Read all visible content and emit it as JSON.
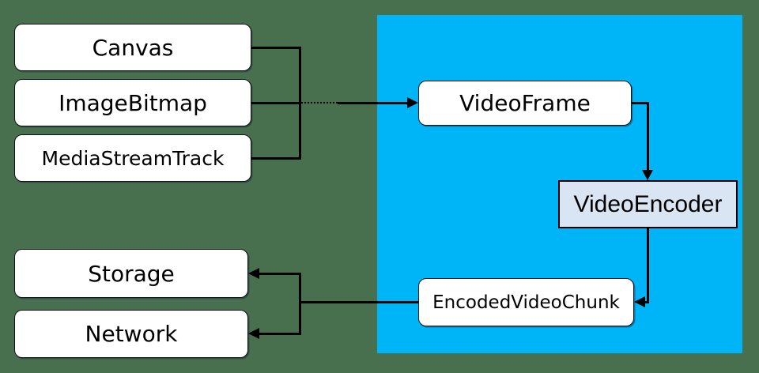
{
  "colors": {
    "background": "#48704e",
    "pipeline_region": "#00b4f8",
    "node_fill": "#ffffff",
    "encoder_fill": "#d9e5f3",
    "line": "#000000",
    "text": "#000000"
  },
  "nodes": {
    "sources": [
      {
        "label": "Canvas"
      },
      {
        "label": "ImageBitmap"
      },
      {
        "label": "MediaStreamTrack"
      }
    ],
    "pipeline": [
      {
        "label": "VideoFrame"
      },
      {
        "label": "VideoEncoder"
      },
      {
        "label": "EncodedVideoChunk"
      }
    ],
    "sinks": [
      {
        "label": "Storage"
      },
      {
        "label": "Network"
      }
    ]
  }
}
